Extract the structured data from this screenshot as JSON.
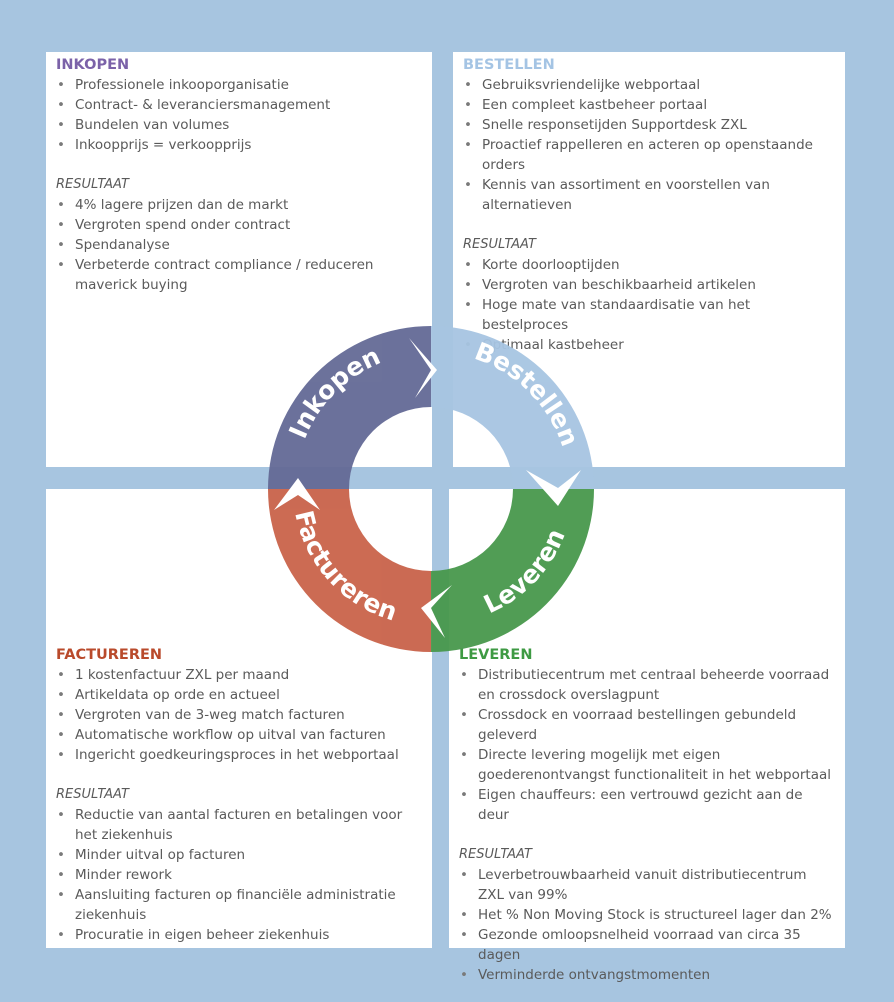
{
  "colors": {
    "inkopen": "#7b62a8",
    "bestellen": "#a4c4e4",
    "factureren": "#b94a2b",
    "leveren": "#3e9a43",
    "ring_inkopen": "#646a96",
    "ring_bestellen": "#a7c5e2",
    "ring_factureren": "#c9634a",
    "ring_leveren": "#48984c"
  },
  "inkopen": {
    "title": "INKOPEN",
    "items": [
      "Professionele inkooporganisatie",
      "Contract- & leveranciersmanagement",
      "Bundelen van volumes",
      "Inkoopprijs = verkoopprijs"
    ],
    "result_label": "RESULTAAT",
    "results": [
      "4% lagere prijzen dan de markt",
      "Vergroten spend onder contract",
      "Spendanalyse",
      "Verbeterde contract compliance / reduceren maverick buying"
    ]
  },
  "bestellen": {
    "title": "BESTELLEN",
    "items": [
      "Gebruiksvriendelijke webportaal",
      "Een compleet kastbeheer portaal",
      "Snelle responsetijden Supportdesk ZXL",
      "Proactief rappelleren en acteren op openstaande orders",
      "Kennis van assortiment en voorstellen van alternatieven"
    ],
    "result_label": "RESULTAAT",
    "results": [
      "Korte doorlooptijden",
      "Vergroten van beschikbaarheid artikelen",
      "Hoge mate van standaardisatie van het bestelproces",
      "Optimaal kastbeheer"
    ]
  },
  "factureren": {
    "title": "FACTUREREN",
    "items": [
      "1 kostenfactuur ZXL per maand",
      "Artikeldata op orde en actueel",
      "Vergroten van de 3-weg match facturen",
      "Automatische workflow op uitval van facturen",
      "Ingericht goedkeuringsproces in het webportaal"
    ],
    "result_label": "RESULTAAT",
    "results": [
      "Reductie van aantal facturen en betalingen voor het ziekenhuis",
      "Minder uitval op facturen",
      "Minder rework",
      "Aansluiting facturen op financiële administratie ziekenhuis",
      "Procuratie in eigen beheer ziekenhuis"
    ]
  },
  "leveren": {
    "title": "LEVEREN",
    "items": [
      "Distributiecentrum met centraal beheerde voorraad en crossdock overslagpunt",
      "Crossdock en voorraad bestellingen gebundeld geleverd",
      "Directe levering mogelijk met eigen goederenontvangst functionaliteit in het webportaal",
      "Eigen chauffeurs: een vertrouwd gezicht aan de deur"
    ],
    "result_label": "RESULTAAT",
    "results": [
      "Leverbetrouwbaarheid vanuit distributiecentrum ZXL van 99%",
      "Het % Non Moving Stock is structureel lager dan 2%",
      "Gezonde omloopsnelheid voorraad van circa 35 dagen",
      "Verminderde ontvangstmomenten"
    ]
  },
  "cycle": {
    "inkopen": "Inkopen",
    "bestellen": "Bestellen",
    "leveren": "Leveren",
    "factureren": "Factureren"
  }
}
